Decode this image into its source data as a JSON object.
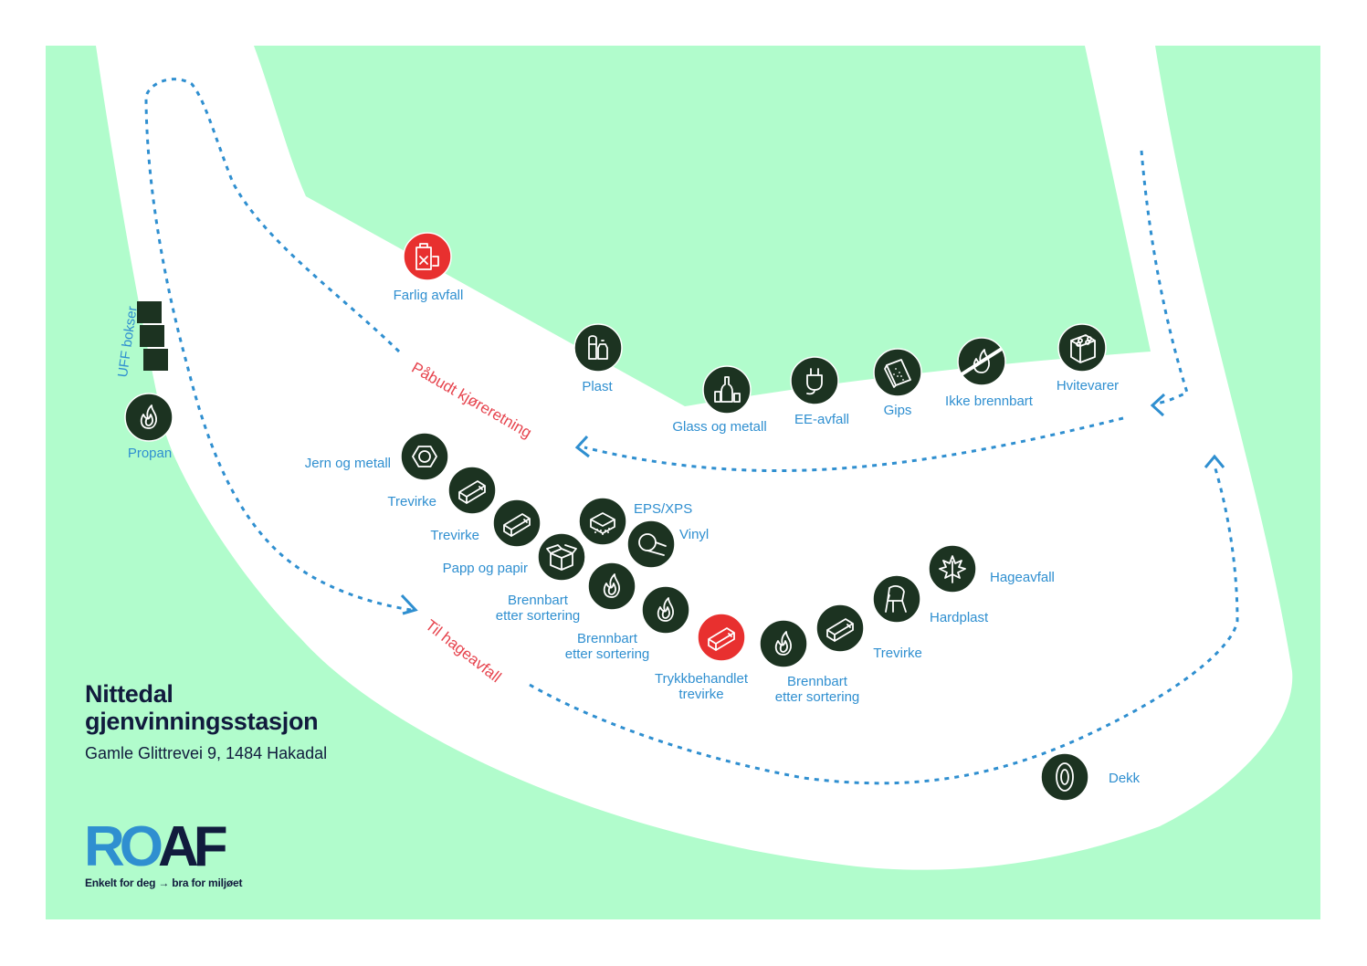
{
  "colors": {
    "grass": "#b1fccc",
    "road": "#ffffff",
    "icon_dark": "#1c3321",
    "icon_red": "#e8302f",
    "label_blue": "#2f8fd0",
    "label_red": "#e6434d",
    "title_navy": "#111b3d"
  },
  "title": {
    "line1": "Nittedal",
    "line2": "gjenvinningsstasjon"
  },
  "address": "Gamle Glittrevei 9, 1484 Hakadal",
  "logo": {
    "part1": "RO",
    "part2": "AF",
    "slogan": "Enkelt for deg → bra for miljøet"
  },
  "directions": {
    "mandatory": "Påbudt kjøreretning",
    "garden": "Til hageavfall"
  },
  "uff_label": "UFF bokser",
  "stations": [
    {
      "id": "farlig-avfall",
      "label": "Farlig avfall",
      "icon": "hazard-can-icon",
      "color": "red"
    },
    {
      "id": "plast",
      "label": "Plast",
      "icon": "plastic-bottles-icon",
      "color": "dark"
    },
    {
      "id": "glass-og-metall",
      "label": "Glass og metall",
      "icon": "glass-bottles-icon",
      "color": "dark"
    },
    {
      "id": "ee-avfall",
      "label": "EE-avfall",
      "icon": "electric-plug-icon",
      "color": "dark"
    },
    {
      "id": "gips",
      "label": "Gips",
      "icon": "plasterboard-icon",
      "color": "dark"
    },
    {
      "id": "ikke-brennbart",
      "label": "Ikke brennbart",
      "icon": "no-fire-icon",
      "color": "dark"
    },
    {
      "id": "hvitevarer",
      "label": "Hvitevarer",
      "icon": "stove-icon",
      "color": "dark"
    },
    {
      "id": "propan",
      "label": "Propan",
      "icon": "flame-icon",
      "color": "dark"
    },
    {
      "id": "jern-og-metall",
      "label": "Jern og metall",
      "icon": "hex-nut-icon",
      "color": "dark"
    },
    {
      "id": "trevirke-1",
      "label": "Trevirke",
      "icon": "wood-plank-icon",
      "color": "dark"
    },
    {
      "id": "trevirke-2",
      "label": "Trevirke",
      "icon": "wood-plank-icon",
      "color": "dark"
    },
    {
      "id": "eps-xps",
      "label": "EPS/XPS",
      "icon": "foam-block-icon",
      "color": "dark"
    },
    {
      "id": "vinyl",
      "label": "Vinyl",
      "icon": "vinyl-roll-icon",
      "color": "dark"
    },
    {
      "id": "papp-og-papir",
      "label": "Papp og papir",
      "icon": "cardboard-box-icon",
      "color": "dark"
    },
    {
      "id": "brennbart-1",
      "label": "Brennbart\netter sortering",
      "icon": "flame-icon",
      "color": "dark"
    },
    {
      "id": "brennbart-2",
      "label": "Brennbart\netter sortering",
      "icon": "flame-icon",
      "color": "dark"
    },
    {
      "id": "trykkbehandlet",
      "label": "Trykkbehandlet\ntrevirke",
      "icon": "wood-plank-icon",
      "color": "red"
    },
    {
      "id": "brennbart-3",
      "label": "Brennbart\netter sortering",
      "icon": "flame-icon",
      "color": "dark"
    },
    {
      "id": "trevirke-3",
      "label": "Trevirke",
      "icon": "wood-plank-icon",
      "color": "dark"
    },
    {
      "id": "hardplast",
      "label": "Hardplast",
      "icon": "garden-chair-icon",
      "color": "dark"
    },
    {
      "id": "hageavfall",
      "label": "Hageavfall",
      "icon": "maple-leaf-icon",
      "color": "dark"
    },
    {
      "id": "dekk",
      "label": "Dekk",
      "icon": "tire-icon",
      "color": "dark"
    }
  ]
}
